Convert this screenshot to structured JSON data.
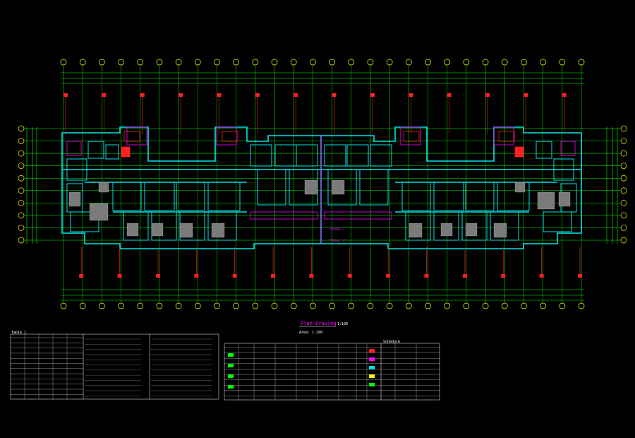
{
  "drawing": {
    "title": "Plan Drawing",
    "scale": "1:100",
    "area_note": "Area: 1:100",
    "legend_title": "Table 1",
    "schedule_title": "Schedule",
    "stair_note_left": "Stair 1",
    "stair_note_right": "Stair 2"
  },
  "colors": {
    "background": "#000000",
    "grid": "#00ff00",
    "dimension": "#00ff00",
    "wall": "#00e5e5",
    "red": "#ff2020",
    "magenta": "#ff00ff",
    "yellow": "#ffff00",
    "white": "#ffffff"
  },
  "axes": {
    "top_bubbles": 28,
    "bottom_bubbles": 28,
    "left_bubbles": 10,
    "right_bubbles": 10
  }
}
